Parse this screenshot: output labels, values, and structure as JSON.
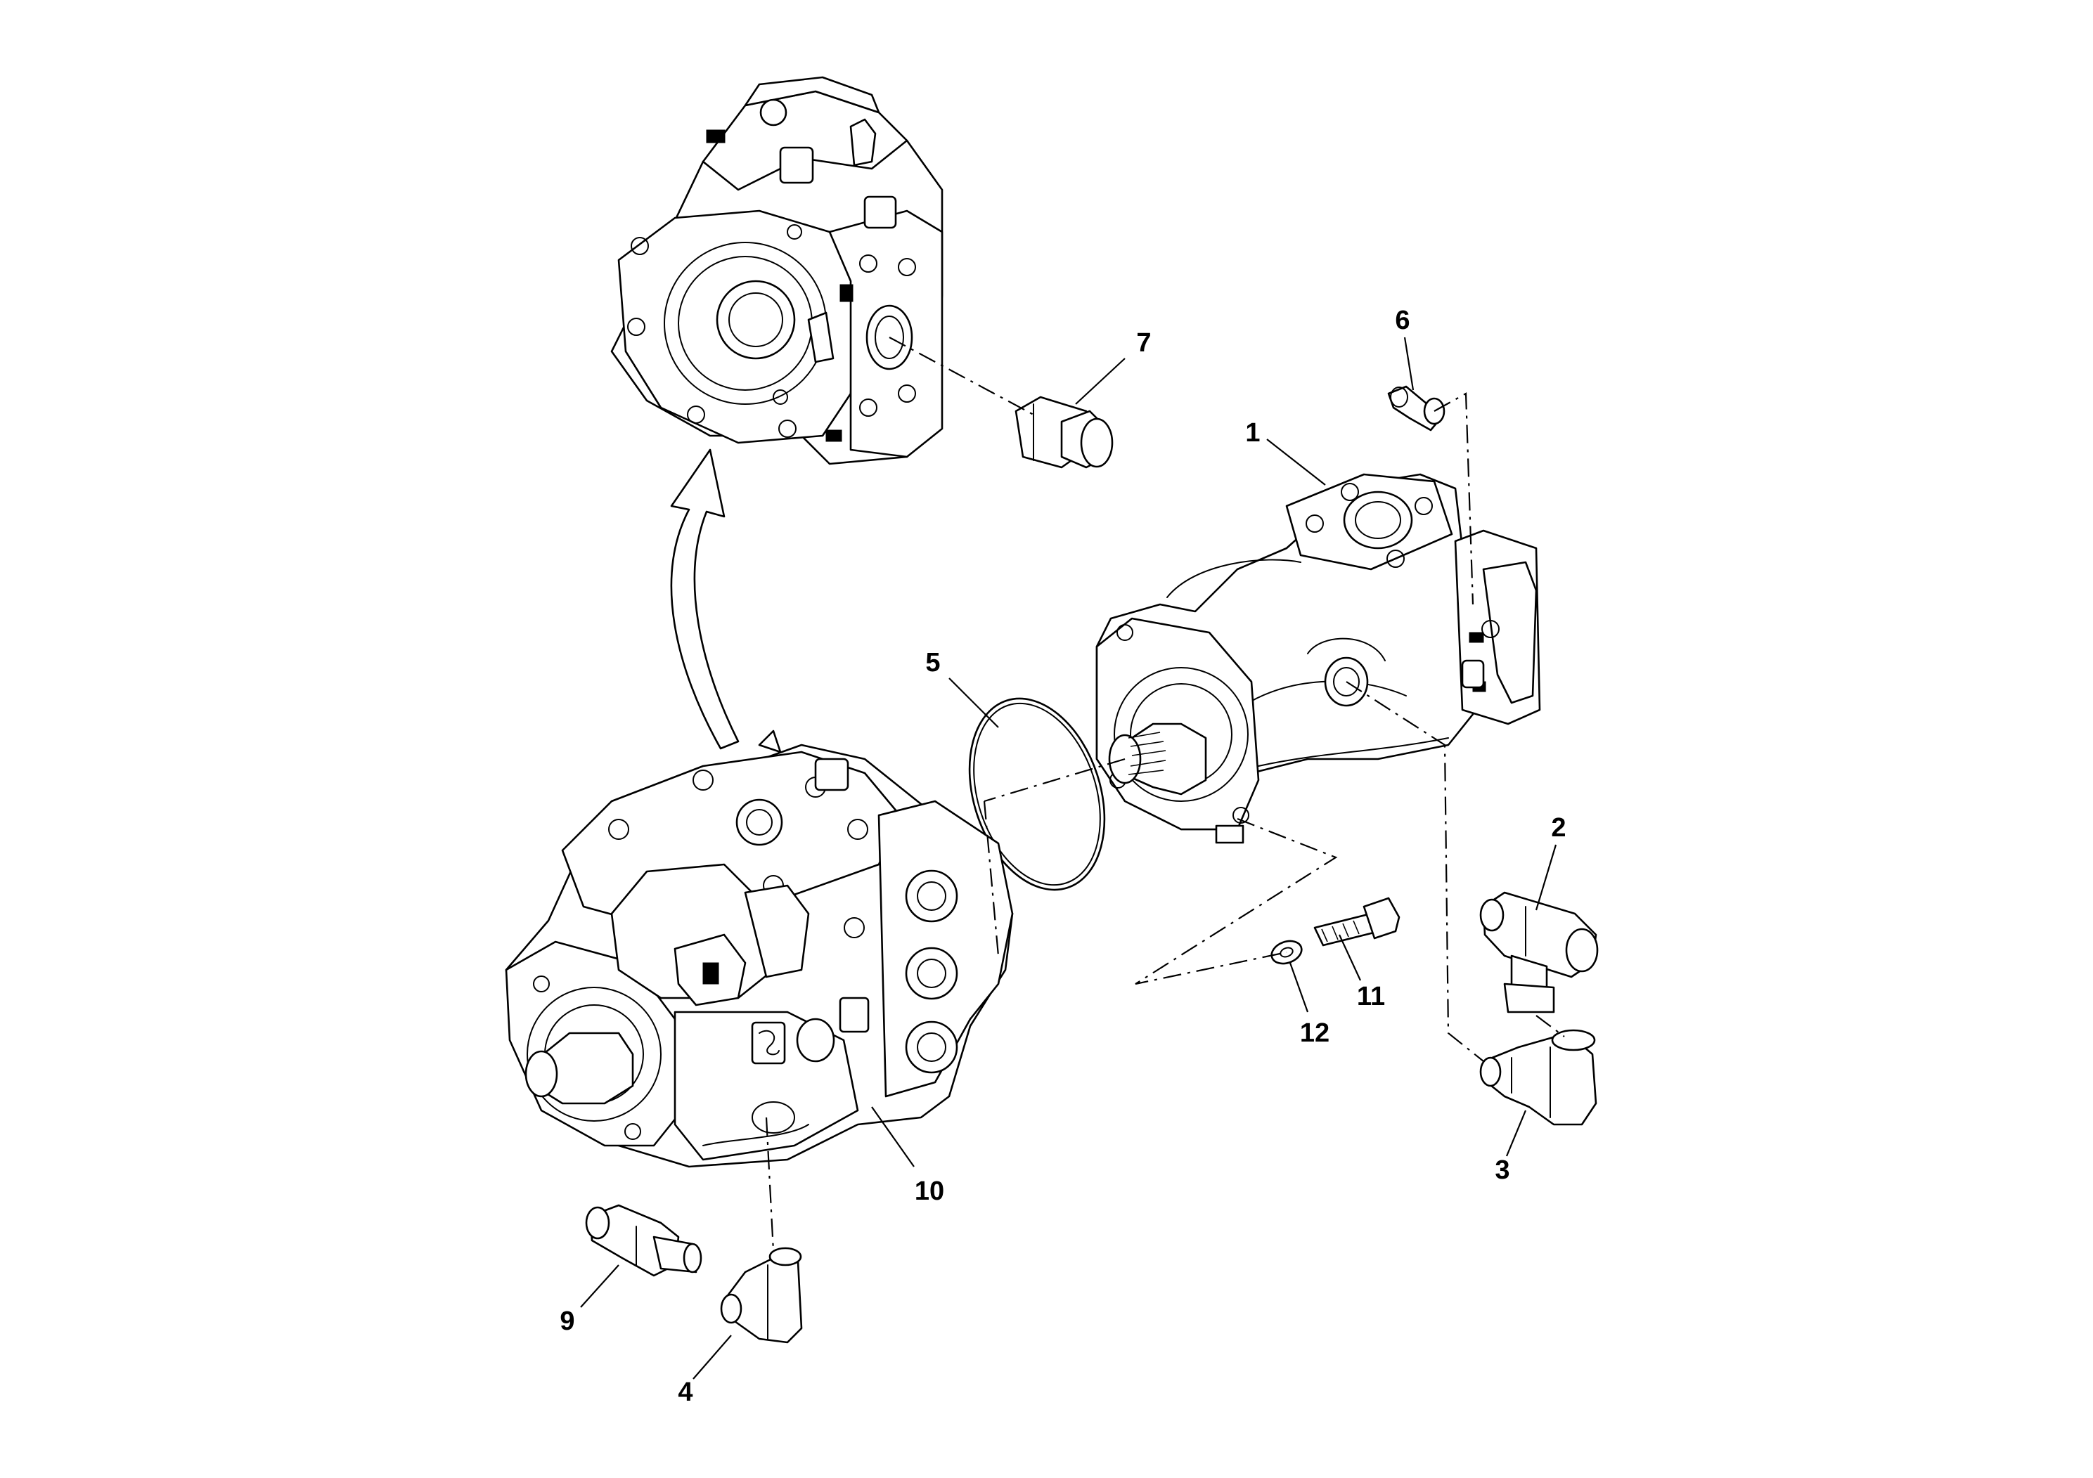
{
  "diagram": {
    "callouts": [
      {
        "id": "c1",
        "label": "1"
      },
      {
        "id": "c2",
        "label": "2"
      },
      {
        "id": "c3",
        "label": "3"
      },
      {
        "id": "c4",
        "label": "4"
      },
      {
        "id": "c5",
        "label": "5"
      },
      {
        "id": "c6",
        "label": "6"
      },
      {
        "id": "c7",
        "label": "7"
      },
      {
        "id": "c9",
        "label": "9"
      },
      {
        "id": "c10",
        "label": "10"
      },
      {
        "id": "c11",
        "label": "11"
      },
      {
        "id": "c12",
        "label": "12"
      }
    ]
  }
}
